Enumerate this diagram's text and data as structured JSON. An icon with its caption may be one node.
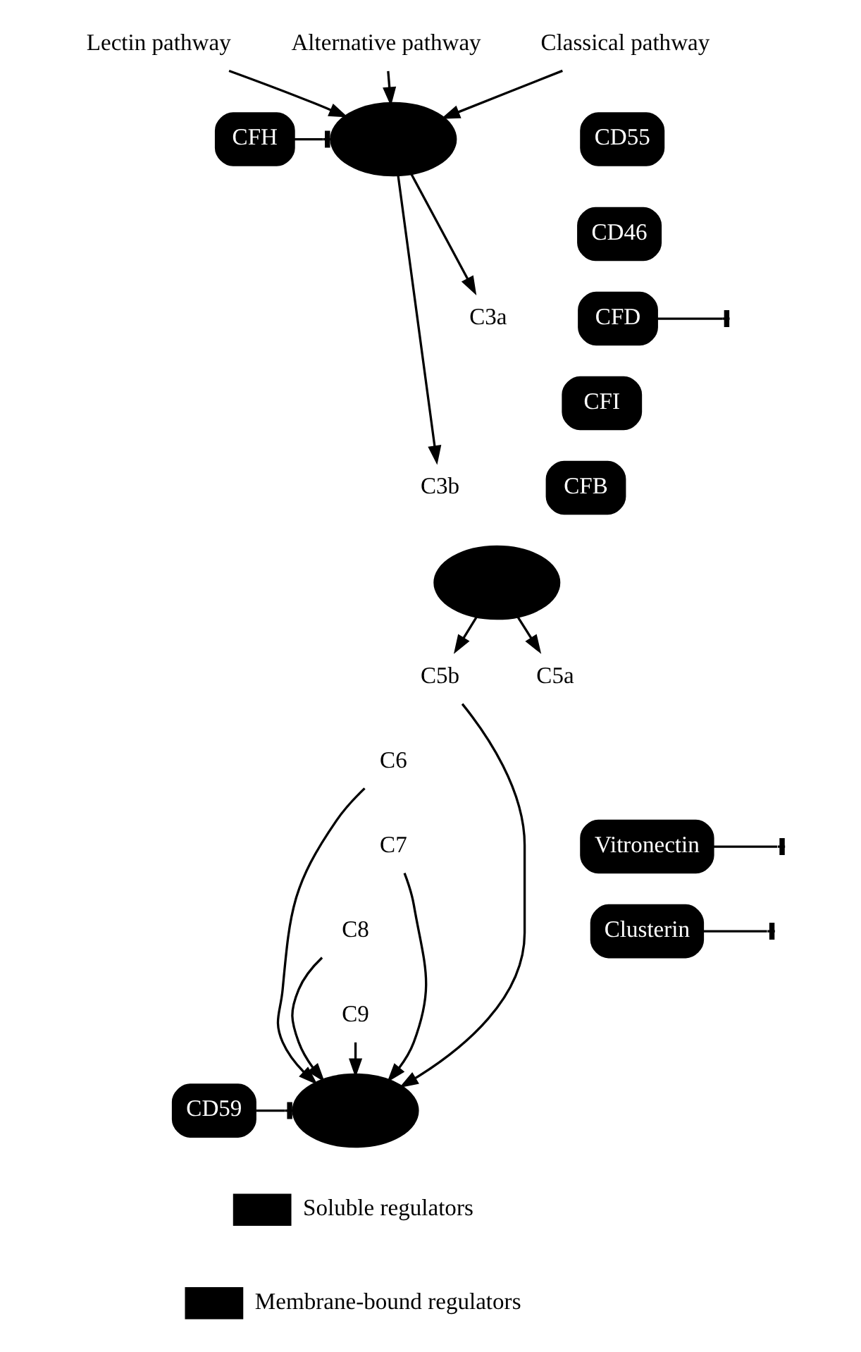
{
  "diagram": {
    "nodes": [
      {
        "text": [
          "Classical pathway"
        ]
      },
      {
        "text": [
          "Lectin pathway"
        ]
      },
      {
        "text": [
          "Alternative pathway"
        ]
      },
      {
        "text": [],
        "shape": "ellipse"
      },
      {
        "text": [
          "CD55"
        ]
      },
      {
        "text": [
          "CD46"
        ]
      },
      {
        "text": [
          "CFD"
        ]
      },
      {
        "text": [
          "CFI"
        ]
      },
      {
        "text": [
          "CFB"
        ]
      },
      {
        "text": [
          "CFH"
        ]
      },
      {
        "text": [
          "C3a"
        ]
      },
      {
        "text": [
          "C3b"
        ]
      },
      {
        "text": [],
        "shape": "ellipse"
      },
      {
        "text": [
          "C5b"
        ]
      },
      {
        "text": [
          "C5a"
        ]
      },
      {
        "text": [
          "C6"
        ]
      },
      {
        "text": [
          "C7"
        ]
      },
      {
        "text": [
          "C8"
        ]
      },
      {
        "text": [
          "C9"
        ]
      },
      {
        "text": [
          "Vitronectin"
        ]
      },
      {
        "text": [
          "Clusterin"
        ]
      },
      {
        "text": [],
        "shape": "ellipse"
      },
      {
        "text": [
          "CD59"
        ]
      }
    ],
    "edges": [
      {
        "from": 0,
        "to": 3,
        "arrow": "to"
      },
      {
        "from": 1,
        "to": 3,
        "arrow": "to"
      },
      {
        "from": 2,
        "to": 3,
        "arrow": "to"
      },
      {
        "from": 9,
        "to": 3,
        "arrow": "other"
      },
      {
        "from": 3,
        "to": 11,
        "arrow": "to"
      },
      {
        "from": 3,
        "to": 10,
        "arrow": "to"
      },
      {
        "from": 6,
        "to": null,
        "arrow": "other"
      },
      {
        "from": 12,
        "to": 13,
        "arrow": "to"
      },
      {
        "from": 12,
        "to": 14,
        "arrow": "to"
      },
      {
        "from": 13,
        "to": 21,
        "arrow": "to"
      },
      {
        "from": 15,
        "to": 21,
        "arrow": "to"
      },
      {
        "from": 16,
        "to": 21,
        "arrow": "to"
      },
      {
        "from": 17,
        "to": 21,
        "arrow": "to"
      },
      {
        "from": 18,
        "to": 21,
        "arrow": "to"
      },
      {
        "from": 19,
        "to": null,
        "arrow": "other"
      },
      {
        "from": 20,
        "to": null,
        "arrow": "other"
      },
      {
        "from": 22,
        "to": 21,
        "arrow": "other"
      }
    ],
    "legend": [
      {
        "text": "Soluble regulators",
        "color": "#000000"
      },
      {
        "text": "Membrane-bound regulators",
        "color": "#000000"
      }
    ]
  }
}
